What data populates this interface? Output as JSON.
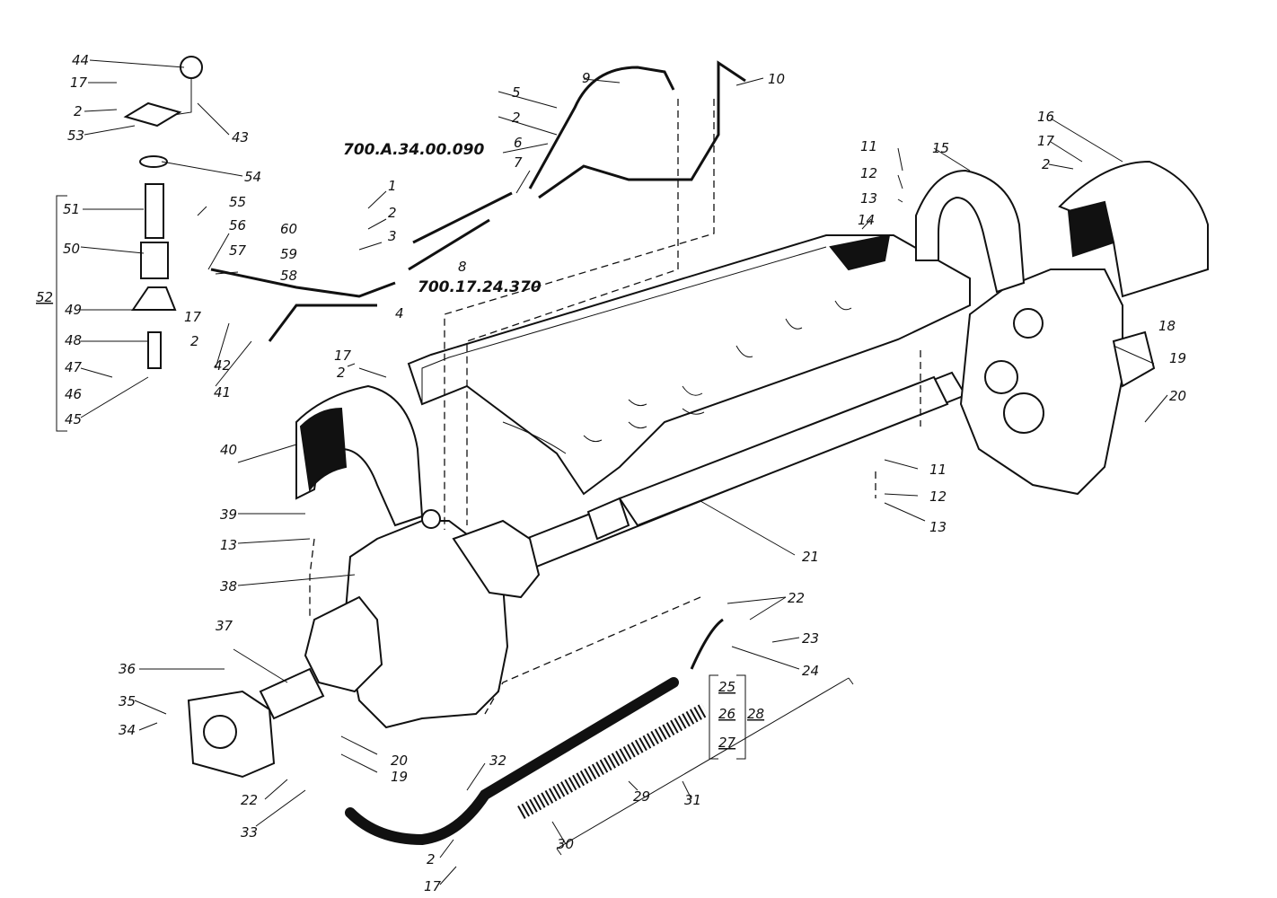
{
  "part_codes": {
    "code_a": "700.А.34.00.090",
    "code_b": "700.17.24.370"
  },
  "group_labels": {
    "g52": "52",
    "g28": "28",
    "g31": "31"
  },
  "labels": {
    "n1": "1",
    "n2": "2",
    "n3": "3",
    "n4": "4",
    "n5": "5",
    "n6": "6",
    "n7": "7",
    "n8": "8",
    "n9": "9",
    "n10": "10",
    "n11": "11",
    "n12": "12",
    "n13": "13",
    "n14": "14",
    "n15": "15",
    "n16": "16",
    "n17": "17",
    "n18": "18",
    "n19": "19",
    "n20": "20",
    "n21": "21",
    "n22": "22",
    "n23": "23",
    "n24": "24",
    "n25": "25",
    "n26": "26",
    "n27": "27",
    "n29": "29",
    "n30": "30",
    "n32": "32",
    "n33": "33",
    "n34": "34",
    "n35": "35",
    "n36": "36",
    "n37": "37",
    "n38": "38",
    "n39": "39",
    "n40": "40",
    "n41": "41",
    "n42": "42",
    "n43": "43",
    "n44": "44",
    "n45": "45",
    "n46": "46",
    "n47": "47",
    "n48": "48",
    "n49": "49",
    "n50": "50",
    "n51": "51",
    "n53": "53",
    "n54": "54",
    "n55": "55",
    "n56": "56",
    "n57": "57",
    "n58": "58",
    "n59": "59",
    "n60": "60"
  }
}
